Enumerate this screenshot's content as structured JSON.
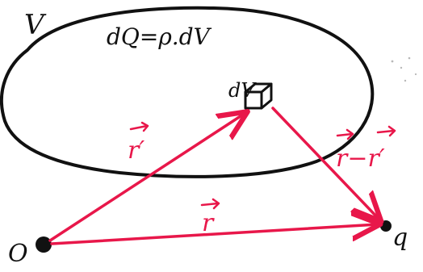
{
  "labels": {
    "volume": "V",
    "charge_element": "dQ=ρ.dV",
    "volume_element": "dV",
    "origin": "O",
    "point_charge": "q"
  },
  "vectors": {
    "r_prime": "r′",
    "r": "r",
    "r_minus_r_prime": "r−r′"
  },
  "colors": {
    "ink": "#111111",
    "vector": "#e8174a"
  },
  "icons": {
    "volume_element_cube": "cube-icon"
  }
}
